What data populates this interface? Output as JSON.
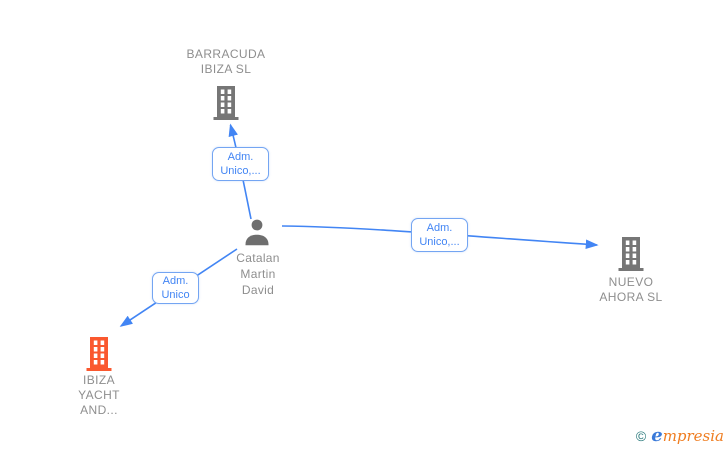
{
  "diagram": {
    "companies": {
      "barracuda": {
        "line1": "BARRACUDA",
        "line2": "IBIZA SL"
      },
      "nuevo": {
        "line1": "NUEVO",
        "line2": "AHORA SL"
      },
      "ibiza": {
        "line1": "IBIZA",
        "line2": "YACHT",
        "line3": "AND..."
      }
    },
    "person": {
      "line1": "Catalan",
      "line2": "Martin",
      "line3": "David"
    },
    "edge_labels": {
      "barracuda": {
        "line1": "Adm.",
        "line2": "Unico,..."
      },
      "nuevo": {
        "line1": "Adm.",
        "line2": "Unico,..."
      },
      "ibiza": {
        "line1": "Adm.",
        "line2": "Unico"
      }
    }
  },
  "footer": {
    "copyright": "©",
    "brand_initial": "e",
    "brand_rest": "mpresia"
  },
  "colors": {
    "edge_blue": "#4285f4",
    "label_border": "#74a5f2",
    "company_gray": "#767676",
    "person_gray": "#6e6e6e",
    "highlight_orange": "#fa582f",
    "text_gray": "#8e8e8e"
  }
}
